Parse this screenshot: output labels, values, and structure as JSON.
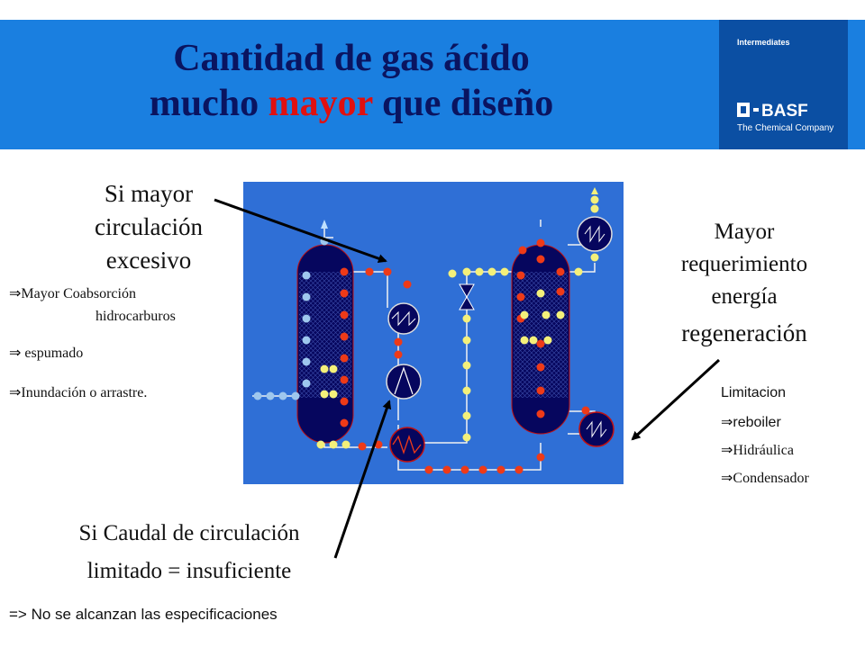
{
  "header": {
    "title_line1": "Cantidad de gas ácido",
    "title_line2_pre": "mucho ",
    "title_line2_red": "mayor",
    "title_line2_post": " que diseño",
    "brand_division": "Intermediates",
    "brand_sub": "The Chemical Company",
    "brand_logo_text": "BASF"
  },
  "left_top": {
    "line1": "Si mayor",
    "line2": "circulación",
    "line3": "excesivo"
  },
  "left_bullets": {
    "b1a": "Mayor Coabsorción",
    "b1b": "hidrocarburos",
    "b2": "espumado",
    "b3": "Inundación o arrastre."
  },
  "right_top": {
    "line1": "Mayor",
    "line2": "requerimiento",
    "line3": "energía",
    "line4": "regeneración"
  },
  "right_list": {
    "heading": "Limitacion",
    "i1": "reboiler",
    "i2": "Hidráulica",
    "i3": "Condensador"
  },
  "bottom": {
    "line1": "Si Caudal de circulación",
    "line2": "limitado = insuficiente",
    "note": "=> No se alcanzan las especificaciones"
  },
  "symbols": {
    "implies": "⇒"
  },
  "colors": {
    "diagram_bg": "#2f6fd6",
    "vessel": "#06065e",
    "dot_red": "#ee3a18",
    "dot_yellow": "#f4f07a",
    "dot_light_blue": "#9ec7ee",
    "pipe": "#f0f0f0"
  }
}
